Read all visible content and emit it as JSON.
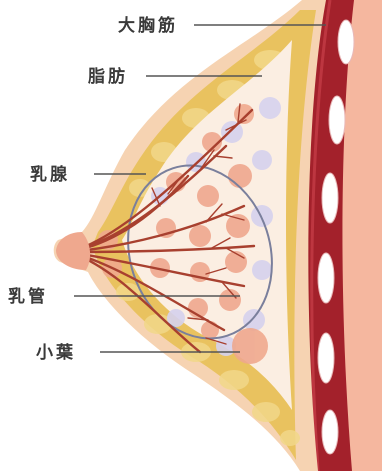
{
  "labels": {
    "pectoralis_major": "大胸筋",
    "fat": "脂肪",
    "mammary_gland": "乳腺",
    "milk_duct": "乳管",
    "lobule": "小葉"
  },
  "colors": {
    "skin": "#f6d3b2",
    "fat": "#e9c25f",
    "gland_region": "#fbeee2",
    "duct": "#a8402f",
    "lobule": "#efa88e",
    "lobule_light": "#d6d2ee",
    "muscle": "#a3212b",
    "rib": "#ffffff",
    "chest_wall": "#f3aa92"
  }
}
